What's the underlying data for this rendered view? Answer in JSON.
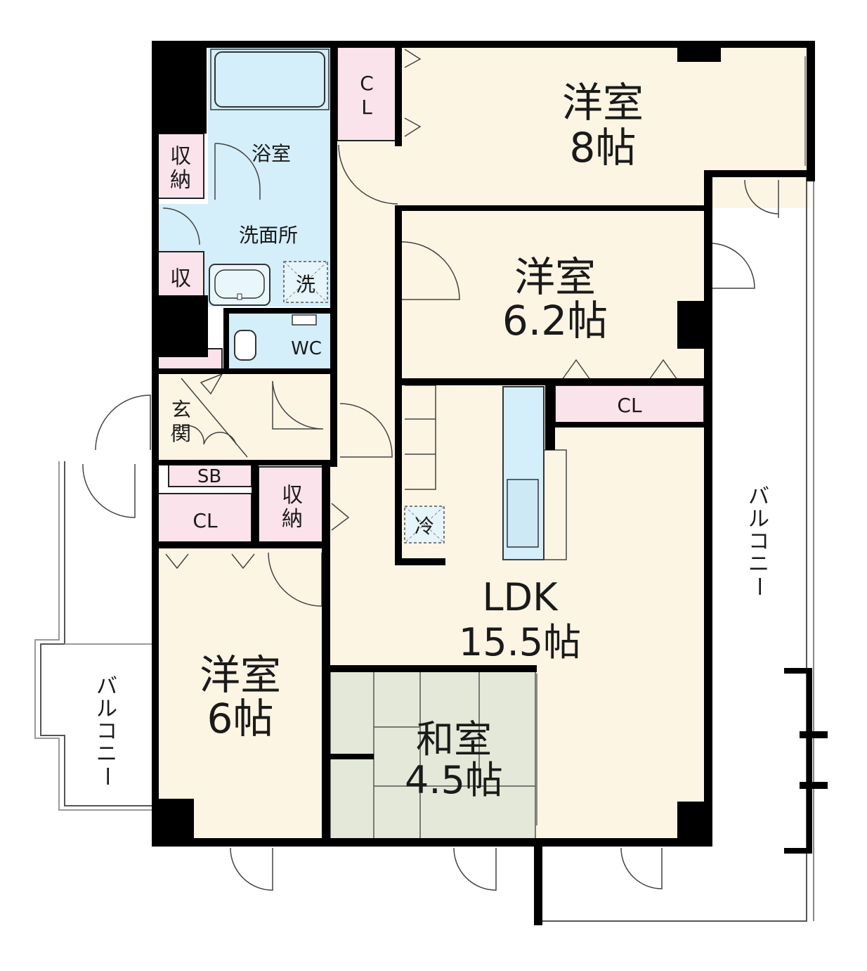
{
  "rooms": {
    "western_8": {
      "name": "洋室",
      "size": "8帖"
    },
    "western_62": {
      "name": "洋室",
      "size": "6.2帖"
    },
    "western_6": {
      "name": "洋室",
      "size": "6帖"
    },
    "ldk": {
      "name": "LDK",
      "size": "15.5帖"
    },
    "washitsu": {
      "name": "和室",
      "size": "4.5帖"
    }
  },
  "labels": {
    "bathroom": "浴室",
    "washroom": "洗面所",
    "washer": "洗",
    "toilet": "WC",
    "storage_top": [
      "収",
      "納"
    ],
    "storage_small": "収",
    "entrance": [
      "玄",
      "関"
    ],
    "shoe_box": "SB",
    "closet_lower": "CL",
    "storage_mid": [
      "収",
      "納"
    ],
    "fridge": "冷",
    "closet_top": [
      "C",
      "L"
    ],
    "closet_ldk": "CL",
    "balcony_right": [
      "バ",
      "ル",
      "コ",
      "ニ",
      "ー"
    ],
    "balcony_left": [
      "バ",
      "ル",
      "コ",
      "ニ",
      "ー"
    ]
  },
  "colors": {
    "room_floor": "#fdf5e4",
    "wet_area": "#d4eefa",
    "closet": "#fbe3ec",
    "tatami": "#e3e8d8",
    "wall": "#000000"
  }
}
